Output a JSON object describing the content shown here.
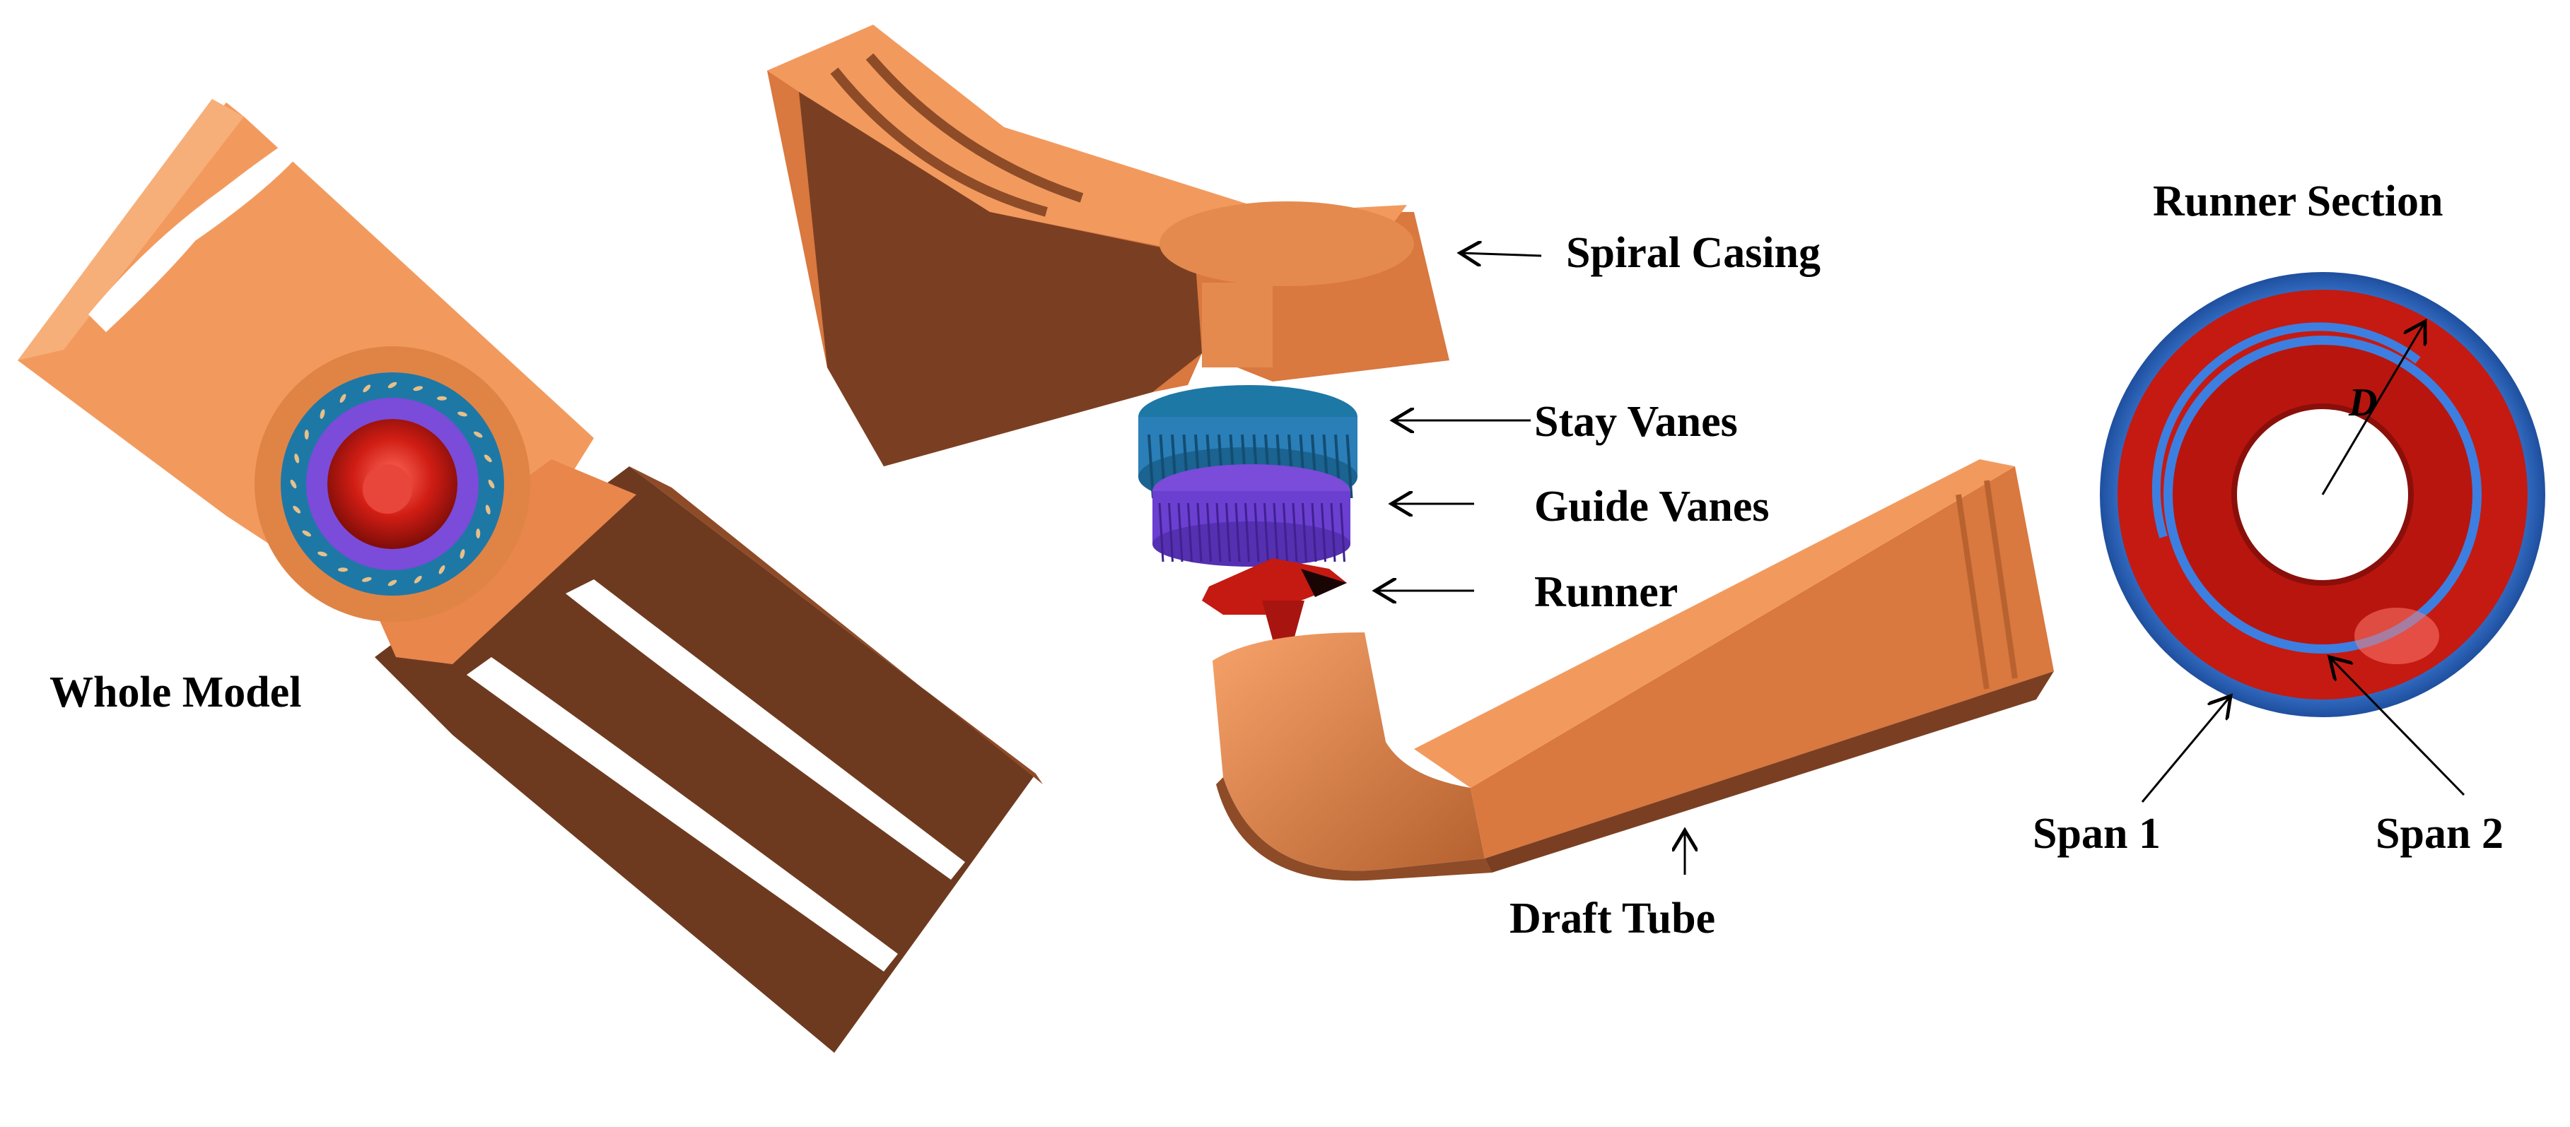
{
  "labels": {
    "whole_model": "Whole Model",
    "spiral_casing": "Spiral Casing",
    "stay_vanes": "Stay Vanes",
    "guide_vanes": "Guide Vanes",
    "runner": "Runner",
    "draft_tube": "Draft Tube",
    "runner_section": "Runner Section",
    "span1": "Span 1",
    "span2": "Span 2",
    "diameter": "D"
  },
  "colors": {
    "casing_light": "#F29A5E",
    "casing_mid": "#D9783F",
    "casing_dark": "#7A3F22",
    "stay_vane_blue": "#2A7FB8",
    "guide_vane_purple": "#6B3FD0",
    "runner_red": "#C41A12",
    "ring_blue": "#3D7FE0"
  }
}
